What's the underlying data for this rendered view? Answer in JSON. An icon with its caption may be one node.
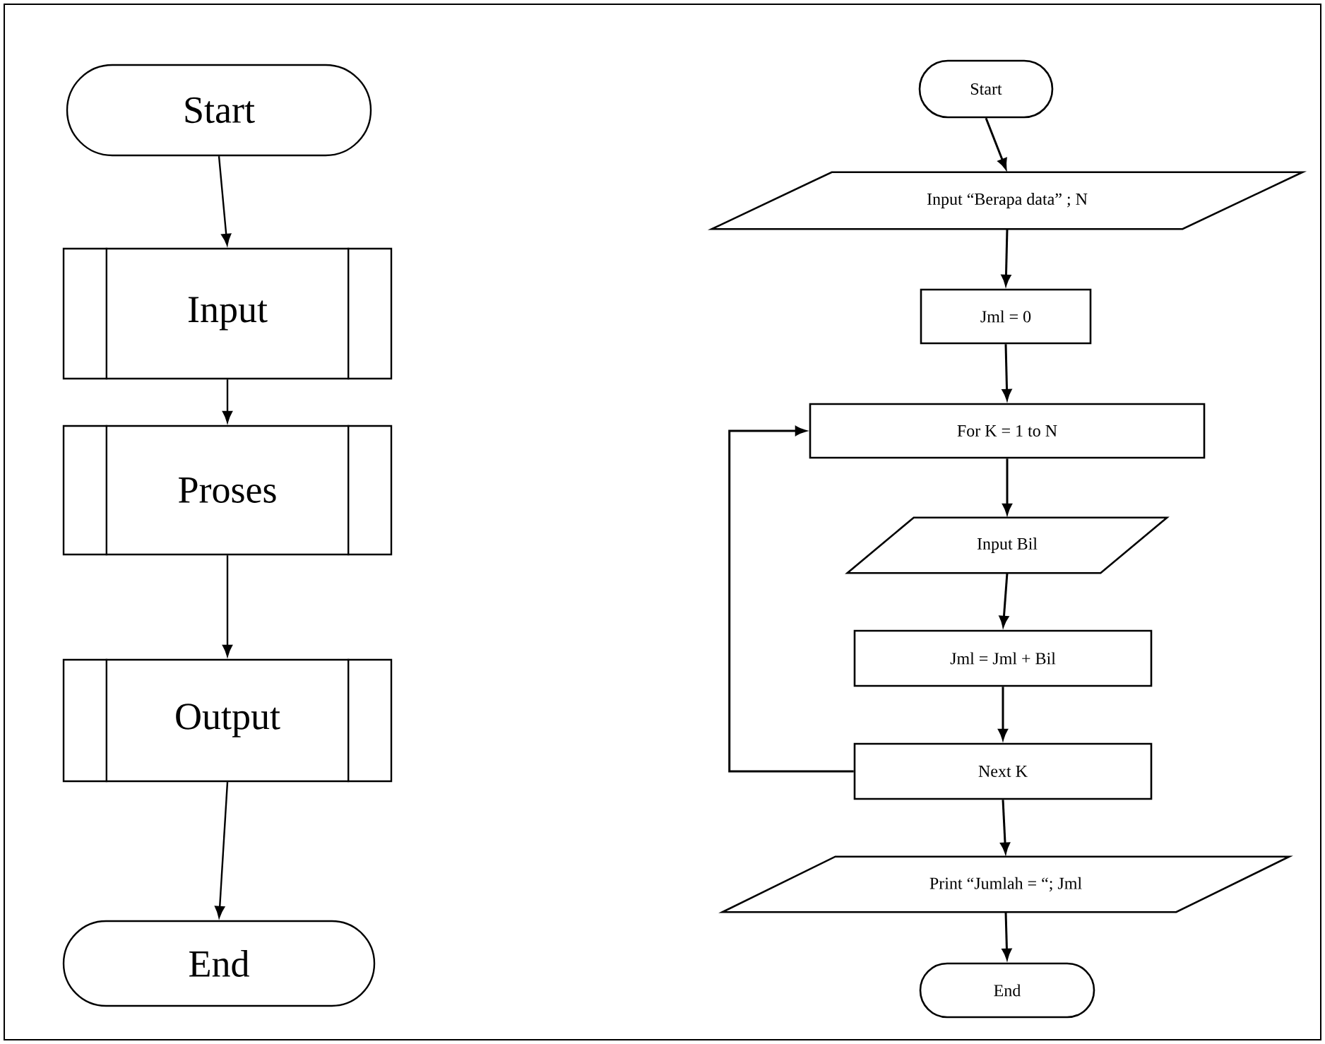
{
  "diagram": {
    "nodes": [
      {
        "text": [
          "Start"
        ]
      },
      {
        "text": [
          "Input"
        ]
      },
      {
        "text": [
          "Proses"
        ]
      },
      {
        "text": [
          "Output"
        ]
      },
      {
        "text": [
          "End"
        ]
      },
      {
        "text": [
          "Start"
        ]
      },
      {
        "text": [
          "Input “Berapa data” ; N"
        ]
      },
      {
        "text": [
          "Jml = 0"
        ]
      },
      {
        "text": [
          "For K = 1 to N"
        ]
      },
      {
        "text": [
          "Input Bil"
        ]
      },
      {
        "text": [
          "Jml = Jml + Bil"
        ]
      },
      {
        "text": [
          "Next K"
        ]
      },
      {
        "text": [
          "Print “Jumlah = “; Jml"
        ]
      },
      {
        "text": [
          "End"
        ]
      }
    ],
    "edges": [
      {
        "from": 0,
        "to": 1,
        "arrow": "to"
      },
      {
        "from": 1,
        "to": 2,
        "arrow": "to"
      },
      {
        "from": 2,
        "to": 3,
        "arrow": "to"
      },
      {
        "from": 3,
        "to": 4,
        "arrow": "to"
      },
      {
        "from": 5,
        "to": 6,
        "arrow": "to"
      },
      {
        "from": 6,
        "to": 7,
        "arrow": "to"
      },
      {
        "from": 7,
        "to": 8,
        "arrow": "to"
      },
      {
        "from": 8,
        "to": 9,
        "arrow": "to"
      },
      {
        "from": 9,
        "to": 10,
        "arrow": "to"
      },
      {
        "from": 10,
        "to": 11,
        "arrow": "to"
      },
      {
        "from": 11,
        "to": 8,
        "arrow": "to"
      },
      {
        "from": 11,
        "to": 12,
        "arrow": "to"
      },
      {
        "from": 12,
        "to": 13,
        "arrow": "to"
      }
    ]
  }
}
